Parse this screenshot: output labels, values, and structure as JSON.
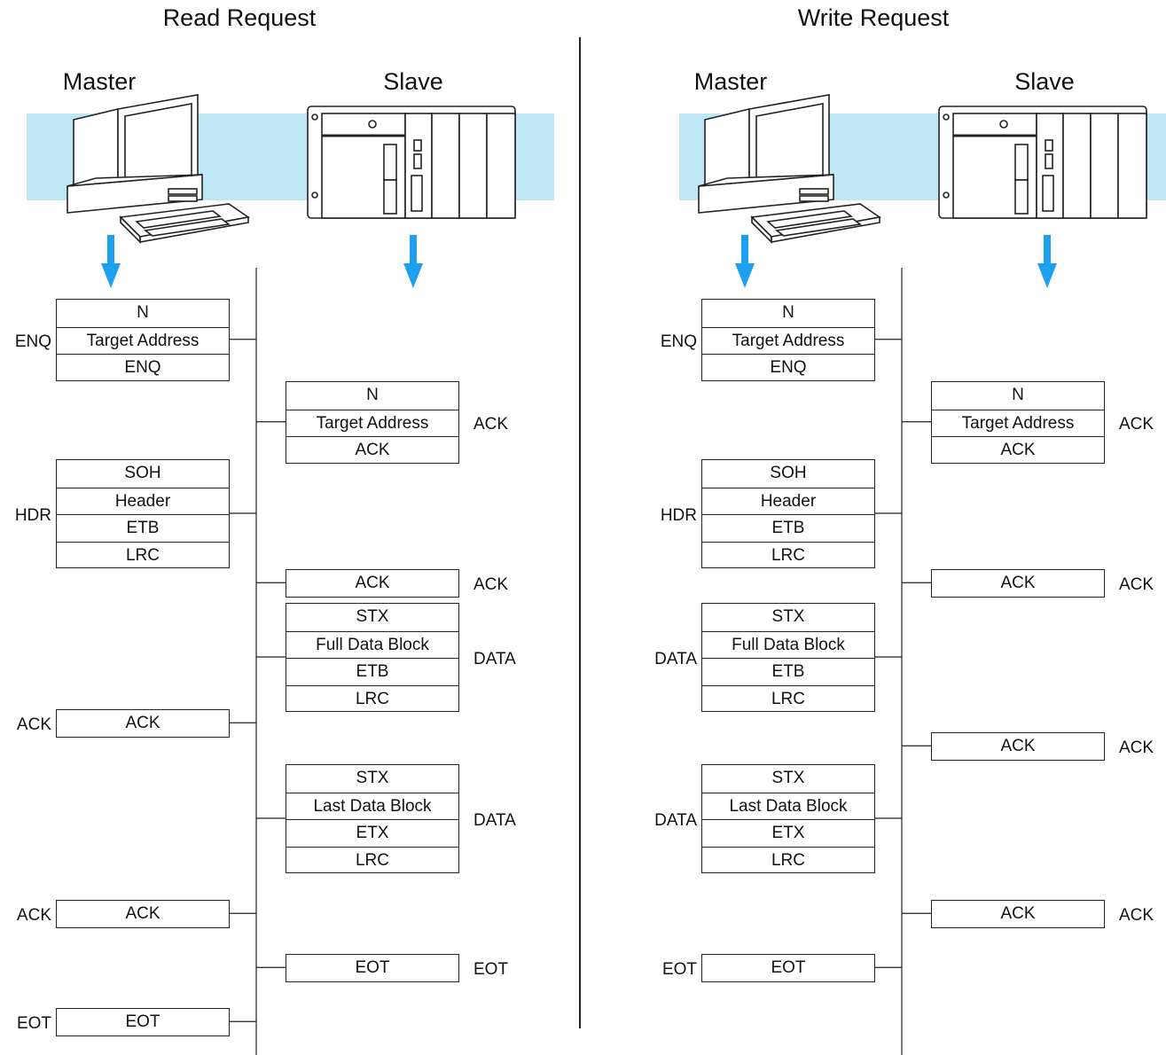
{
  "panels": [
    {
      "title": "Read Request",
      "master_label": "Master",
      "slave_label": "Slave",
      "messages": [
        {
          "from": "master",
          "label": "ENQ",
          "cells": [
            "N",
            "Target Address",
            "ENQ"
          ]
        },
        {
          "from": "slave",
          "label": "ACK",
          "cells": [
            "N",
            "Target Address",
            "ACK"
          ]
        },
        {
          "from": "master",
          "label": "HDR",
          "cells": [
            "SOH",
            "Header",
            "ETB",
            "LRC"
          ]
        },
        {
          "from": "slave",
          "label": "ACK",
          "cells": [
            "ACK"
          ]
        },
        {
          "from": "slave",
          "label": "DATA",
          "cells": [
            "STX",
            "Full Data Block",
            "ETB",
            "LRC"
          ]
        },
        {
          "from": "master",
          "label": "ACK",
          "cells": [
            "ACK"
          ]
        },
        {
          "from": "slave",
          "label": "DATA",
          "cells": [
            "STX",
            "Last Data Block",
            "ETX",
            "LRC"
          ]
        },
        {
          "from": "master",
          "label": "ACK",
          "cells": [
            "ACK"
          ]
        },
        {
          "from": "slave",
          "label": "EOT",
          "cells": [
            "EOT"
          ]
        },
        {
          "from": "master",
          "label": "EOT",
          "cells": [
            "EOT"
          ]
        }
      ]
    },
    {
      "title": "Write Request",
      "master_label": "Master",
      "slave_label": "Slave",
      "messages": [
        {
          "from": "master",
          "label": "ENQ",
          "cells": [
            "N",
            "Target Address",
            "ENQ"
          ]
        },
        {
          "from": "slave",
          "label": "ACK",
          "cells": [
            "N",
            "Target Address",
            "ACK"
          ]
        },
        {
          "from": "master",
          "label": "HDR",
          "cells": [
            "SOH",
            "Header",
            "ETB",
            "LRC"
          ]
        },
        {
          "from": "slave",
          "label": "ACK",
          "cells": [
            "ACK"
          ]
        },
        {
          "from": "master",
          "label": "DATA",
          "cells": [
            "STX",
            "Full Data Block",
            "ETB",
            "LRC"
          ]
        },
        {
          "from": "slave",
          "label": "ACK",
          "cells": [
            "ACK"
          ]
        },
        {
          "from": "master",
          "label": "DATA",
          "cells": [
            "STX",
            "Last Data Block",
            "ETX",
            "LRC"
          ]
        },
        {
          "from": "slave",
          "label": "ACK",
          "cells": [
            "ACK"
          ]
        },
        {
          "from": "master",
          "label": "EOT",
          "cells": [
            "EOT"
          ]
        }
      ]
    }
  ],
  "colors": {
    "band": "#bfe6f5",
    "arrow": "#1ea0f0",
    "line": "#222222"
  }
}
